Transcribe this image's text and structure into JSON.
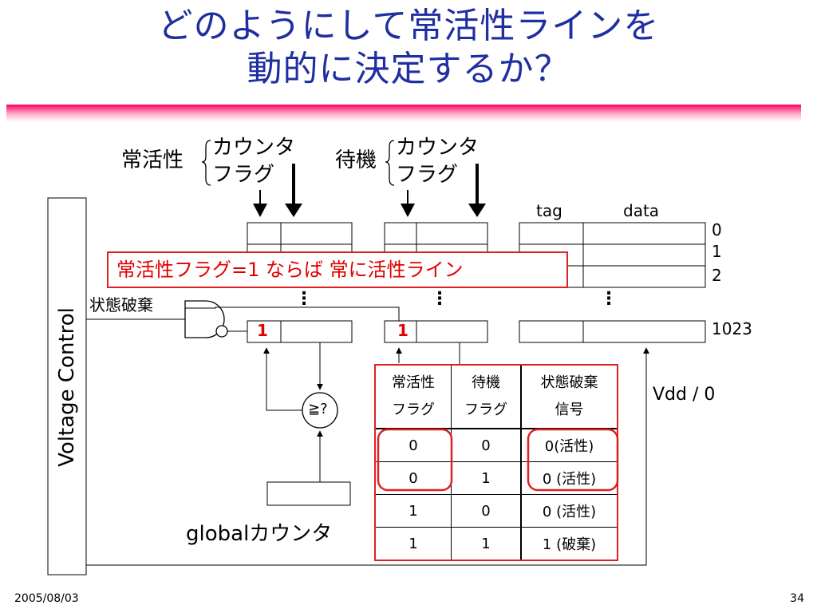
{
  "title": {
    "line1": "どのようにして常活性ラインを",
    "line2": "動的に決定するか？"
  },
  "groups": {
    "jokassei": {
      "name": "常活性",
      "counter": "カウンタ",
      "flag": "フラグ"
    },
    "taiki": {
      "name": "待機",
      "counter": "カウンタ",
      "flag": "フラグ"
    }
  },
  "cache": {
    "tag_label": "tag",
    "data_label": "data",
    "line_indices": [
      "0",
      "1",
      "2",
      "1023"
    ],
    "ellipsis": "⋮",
    "flag_bit_jokassei": "1",
    "flag_bit_taiki": "1"
  },
  "callout": "常活性フラグ=1 ならば 常に活性ライン",
  "discard_label": "状態破棄",
  "voltage_control": "Voltage Control",
  "comparator": "≧?",
  "global_counter": "globalカウンタ",
  "vdd": "Vdd / 0",
  "truth_table": {
    "headers": [
      {
        "line1": "常活性",
        "line2": "フラグ"
      },
      {
        "line1": "待機",
        "line2": "フラグ"
      },
      {
        "line1": "状態破棄",
        "line2": "信号"
      }
    ],
    "rows": [
      [
        "0",
        "0",
        "0(活性)"
      ],
      [
        "0",
        "1",
        "0 (活性)"
      ],
      [
        "1",
        "0",
        "0 (活性)"
      ],
      [
        "1",
        "1",
        "1 (破棄)"
      ]
    ]
  },
  "colors": {
    "title": "#1f2fa0",
    "accent_red": "#e00000",
    "rule": "#ff0060"
  },
  "footer": {
    "date": "2005/08/03",
    "page": "34"
  }
}
